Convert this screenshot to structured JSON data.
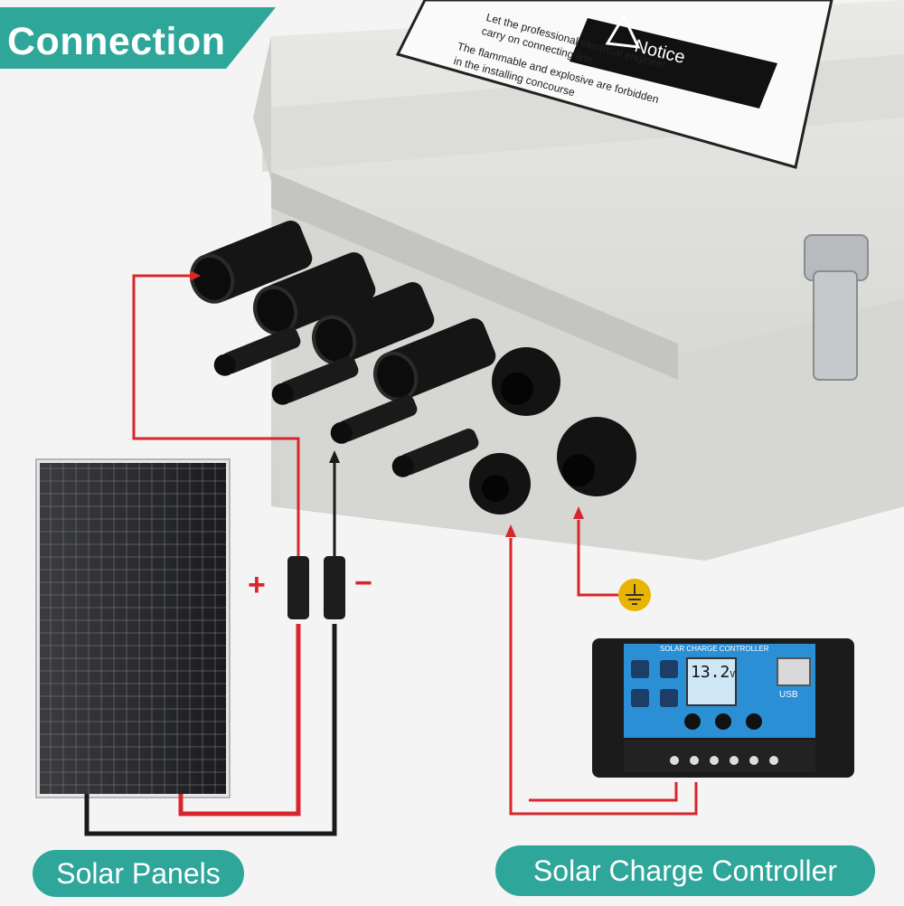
{
  "header": {
    "title": "Connection"
  },
  "notice": {
    "heading": "Notice",
    "lines": [
      "Let the professional electrical engineer",
      "carry on connecting line",
      "The flammable and explosive are forbidden",
      "in the installing concourse"
    ]
  },
  "labels": {
    "plus": "+",
    "minus": "−",
    "solar_panels": "Solar Panels",
    "charge_controller": "Solar Charge Controller"
  },
  "controller": {
    "title": "SOLAR CHARGE CONTROLLER",
    "display_value": "13.2",
    "display_unit": "V",
    "usb_label": "USB"
  },
  "colors": {
    "accent": "#2ea69a",
    "positive_wire": "#d7262c",
    "negative_wire": "#1a1a1a",
    "ground": "#e8b400",
    "controller_face": "#2b8fd6"
  }
}
